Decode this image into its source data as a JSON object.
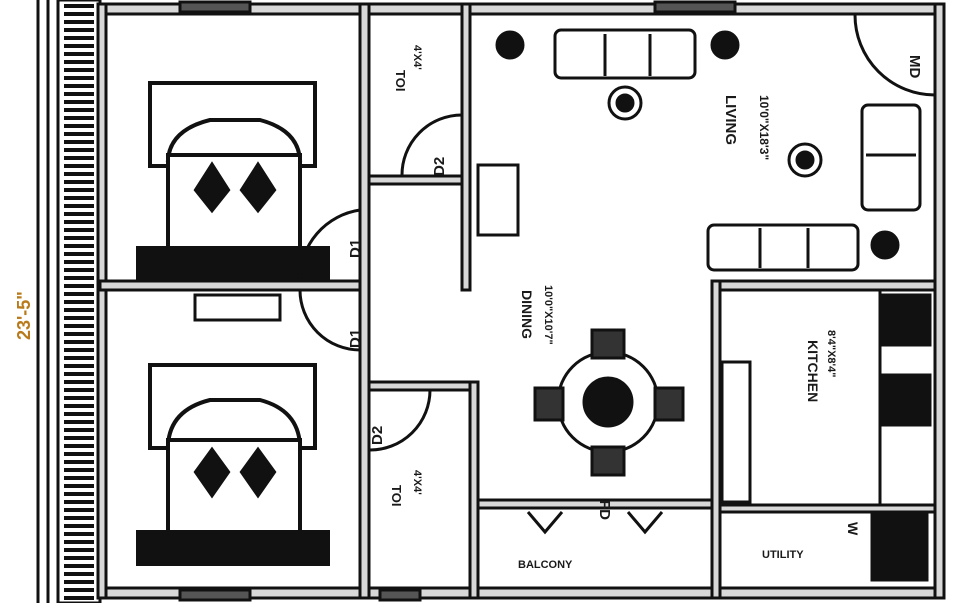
{
  "overall_dimension": "23'-5\"",
  "rooms": {
    "toilet_1": {
      "name": "TOI",
      "size": "4'X4'"
    },
    "toilet_2": {
      "name": "TOI",
      "size": "4'X4'"
    },
    "living": {
      "name": "LIVING",
      "size": "10'0\"X18'3\""
    },
    "dining": {
      "name": "DINING",
      "size": "10'0\"X10'7\""
    },
    "kitchen": {
      "name": "KITCHEN",
      "size": "8'4\"X8'4\""
    },
    "balcony": {
      "name": "BALCONY"
    },
    "utility": {
      "name": "UTILITY"
    }
  },
  "doors": {
    "d1_top": "D1",
    "d1_bottom": "D1",
    "d2_top": "D2",
    "d2_bottom": "D2",
    "main_door": "MD",
    "front_door": "FD",
    "window": "W"
  },
  "colors": {
    "wall": "#111111",
    "wall_fill": "#d8d8d8",
    "dimension_text": "#b87a1a"
  }
}
